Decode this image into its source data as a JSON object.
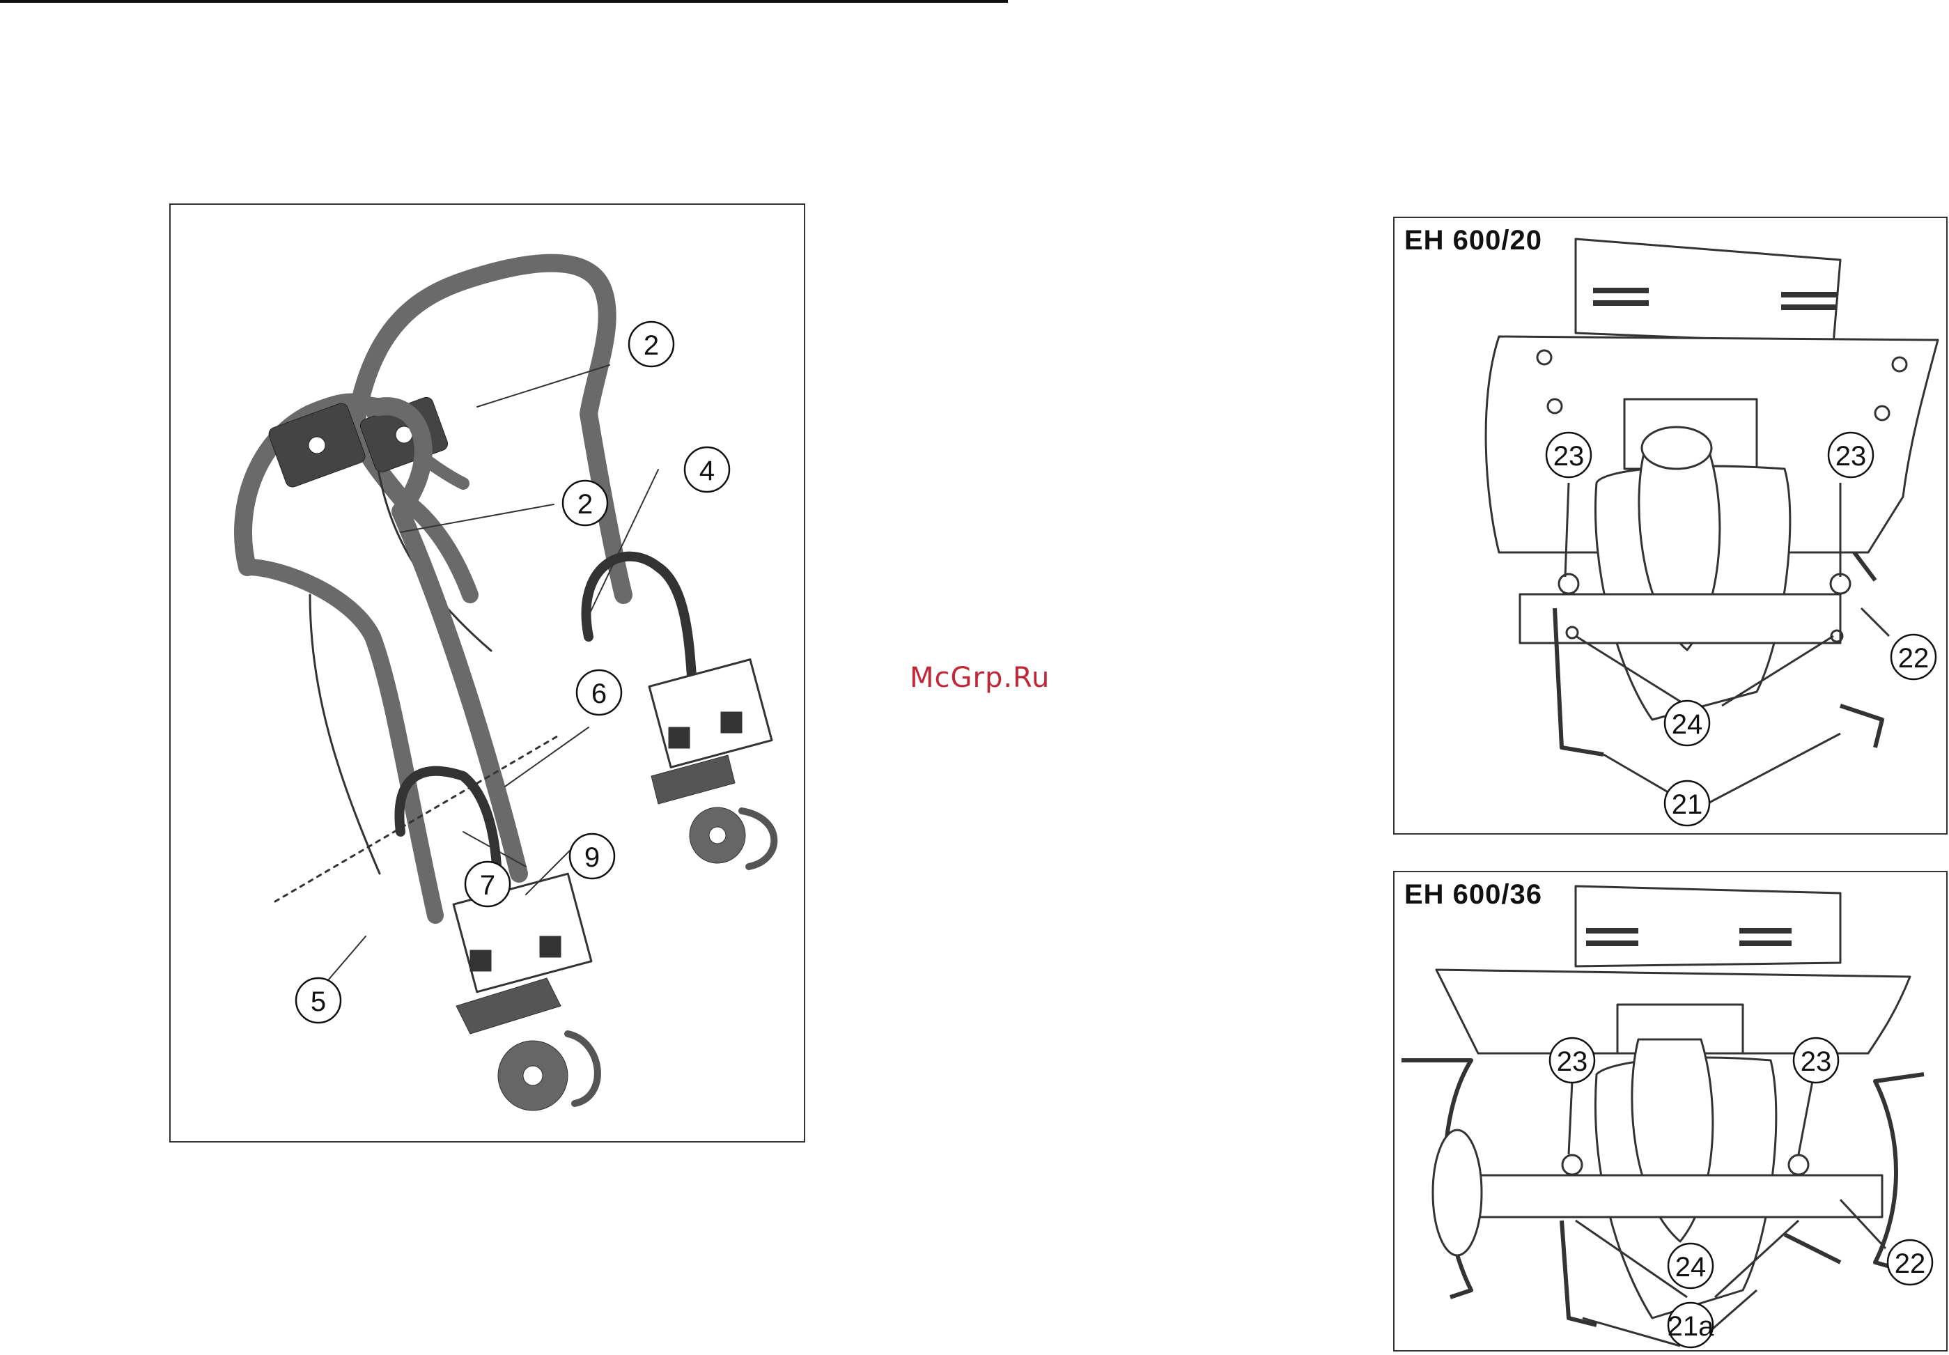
{
  "watermark": "McGrp.Ru",
  "figure_left": {
    "callouts": [
      "2",
      "4",
      "2",
      "6",
      "7",
      "9",
      "5"
    ]
  },
  "figure_a": {
    "title": "EH 600/20",
    "callouts": [
      "23",
      "23",
      "22",
      "24",
      "21"
    ]
  },
  "figure_b": {
    "title": "EH 600/36",
    "callouts": [
      "23",
      "23",
      "22",
      "24",
      "21a"
    ]
  }
}
